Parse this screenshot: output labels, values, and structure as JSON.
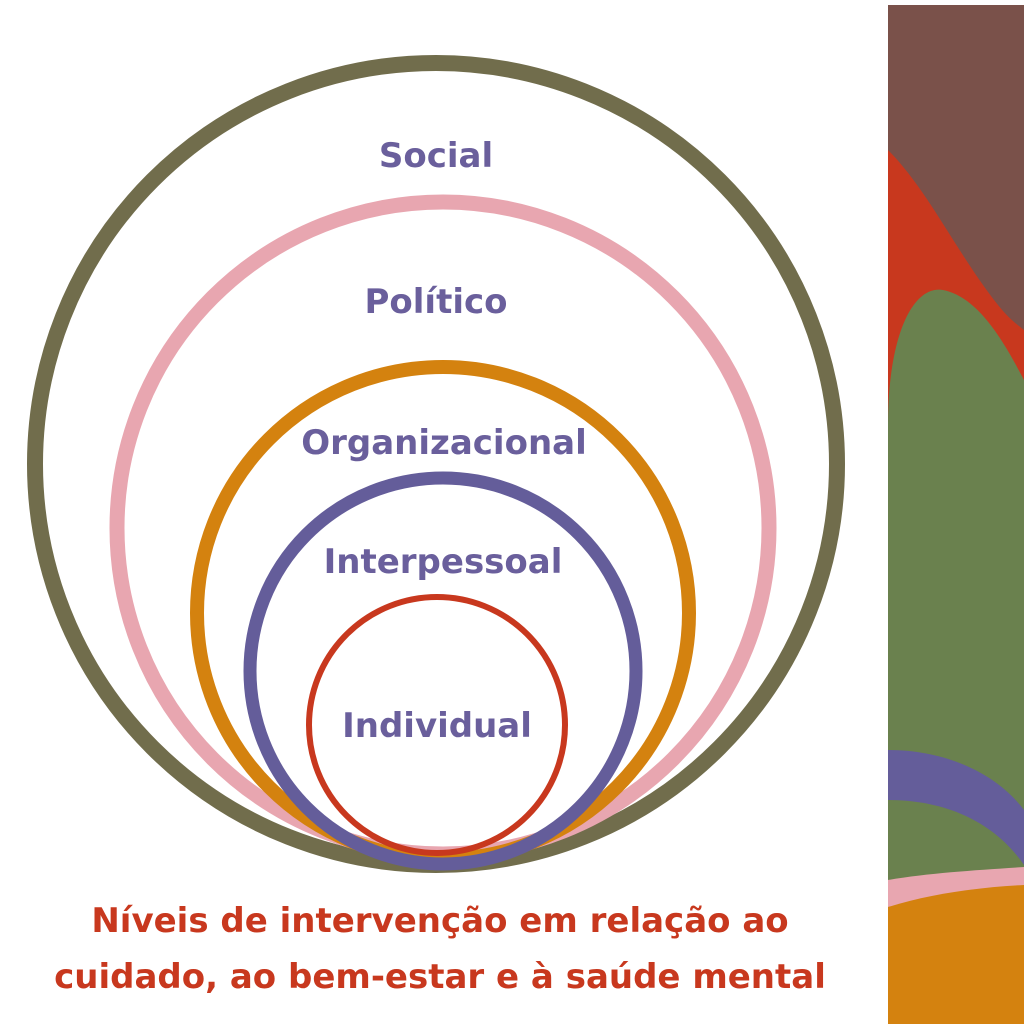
{
  "levels": [
    {
      "label": "Social",
      "color": "#716d4c"
    },
    {
      "label": "Político",
      "color": "#e8a6b0"
    },
    {
      "label": "Organizacional",
      "color": "#d4820f"
    },
    {
      "label": "Interpessoal",
      "color": "#645d9a"
    },
    {
      "label": "Individual",
      "color": "#c8381e"
    }
  ],
  "label_color": "#6a5f9c",
  "caption": {
    "line1": "Níveis de intervenção em relação ao",
    "line2": "cuidado, ao bem-estar e à saúde mental",
    "color": "#c8381e"
  },
  "side_art_colors": {
    "brown": "#7a514a",
    "red": "#c8381e",
    "green": "#6a814e",
    "purple": "#645d9a",
    "pink": "#e8a6b0",
    "orange": "#d4820f"
  }
}
